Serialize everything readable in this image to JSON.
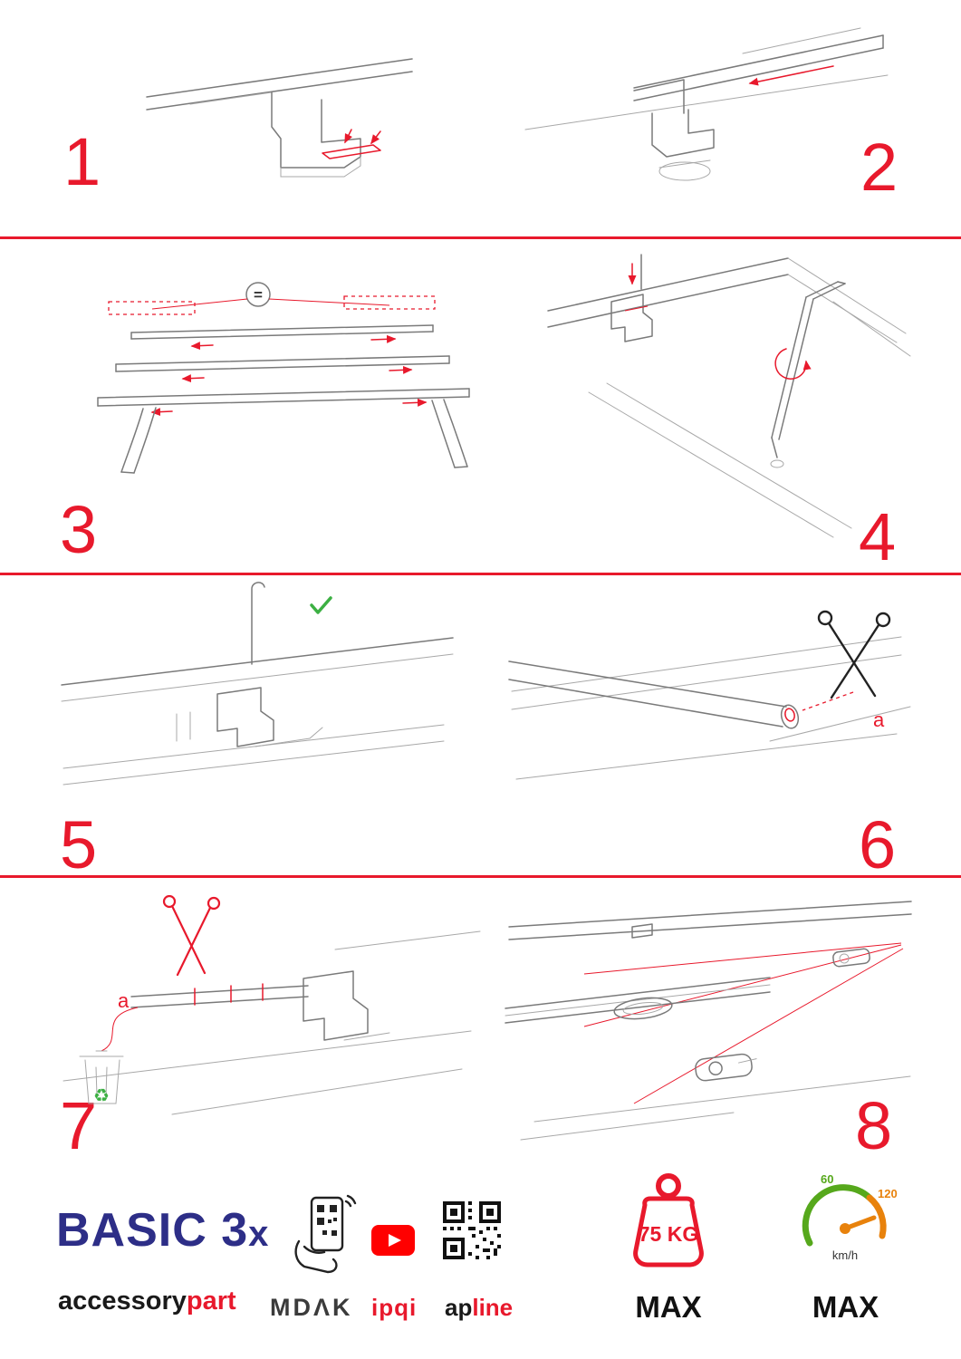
{
  "colors": {
    "accent_red": "#e8192c",
    "logo_blue": "#2d2e87",
    "check_green": "#3cb043",
    "speed_green": "#56a81c",
    "speed_orange": "#e8820c",
    "youtube_red": "#ff0000"
  },
  "steps": [
    {
      "num": "1"
    },
    {
      "num": "2"
    },
    {
      "num": "3"
    },
    {
      "num": "4"
    },
    {
      "num": "5"
    },
    {
      "num": "6"
    },
    {
      "num": "7"
    },
    {
      "num": "8"
    }
  ],
  "labels": {
    "equals": "=",
    "a6": "a",
    "a7": "a"
  },
  "icons": {
    "recycle": "♻"
  },
  "footer": {
    "logo_main": "BASIC 3",
    "logo_x": "x",
    "brand1_black": "accessory",
    "brand1_red": "part",
    "brand2": "MDΛK",
    "brand3": "ipqi",
    "brand4_black": "ap",
    "brand4_red": "line",
    "weight_value": "75 KG",
    "weight_max": "MAX",
    "speed_low": "60",
    "speed_high": "120",
    "speed_unit": "km/h",
    "speed_max": "MAX"
  }
}
